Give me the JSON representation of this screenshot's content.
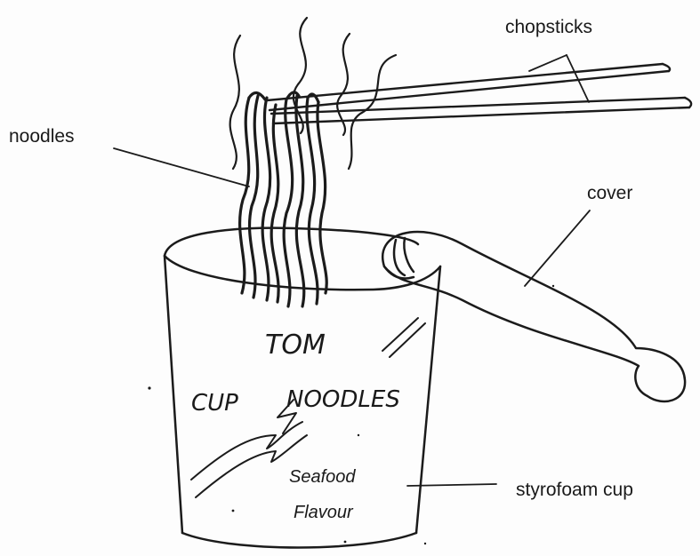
{
  "labels": {
    "chopsticks": "chopsticks",
    "noodles": "noodles",
    "cover": "cover",
    "cup": "styrofoam cup"
  },
  "cup_print": {
    "brand": "TOM",
    "word1": "CUP",
    "word2": "NOODLES",
    "flavour1": "Seafood",
    "flavour2": "Flavour"
  },
  "colors": {
    "ink": "#1b1b1b",
    "paper": "#fdfdfd"
  }
}
